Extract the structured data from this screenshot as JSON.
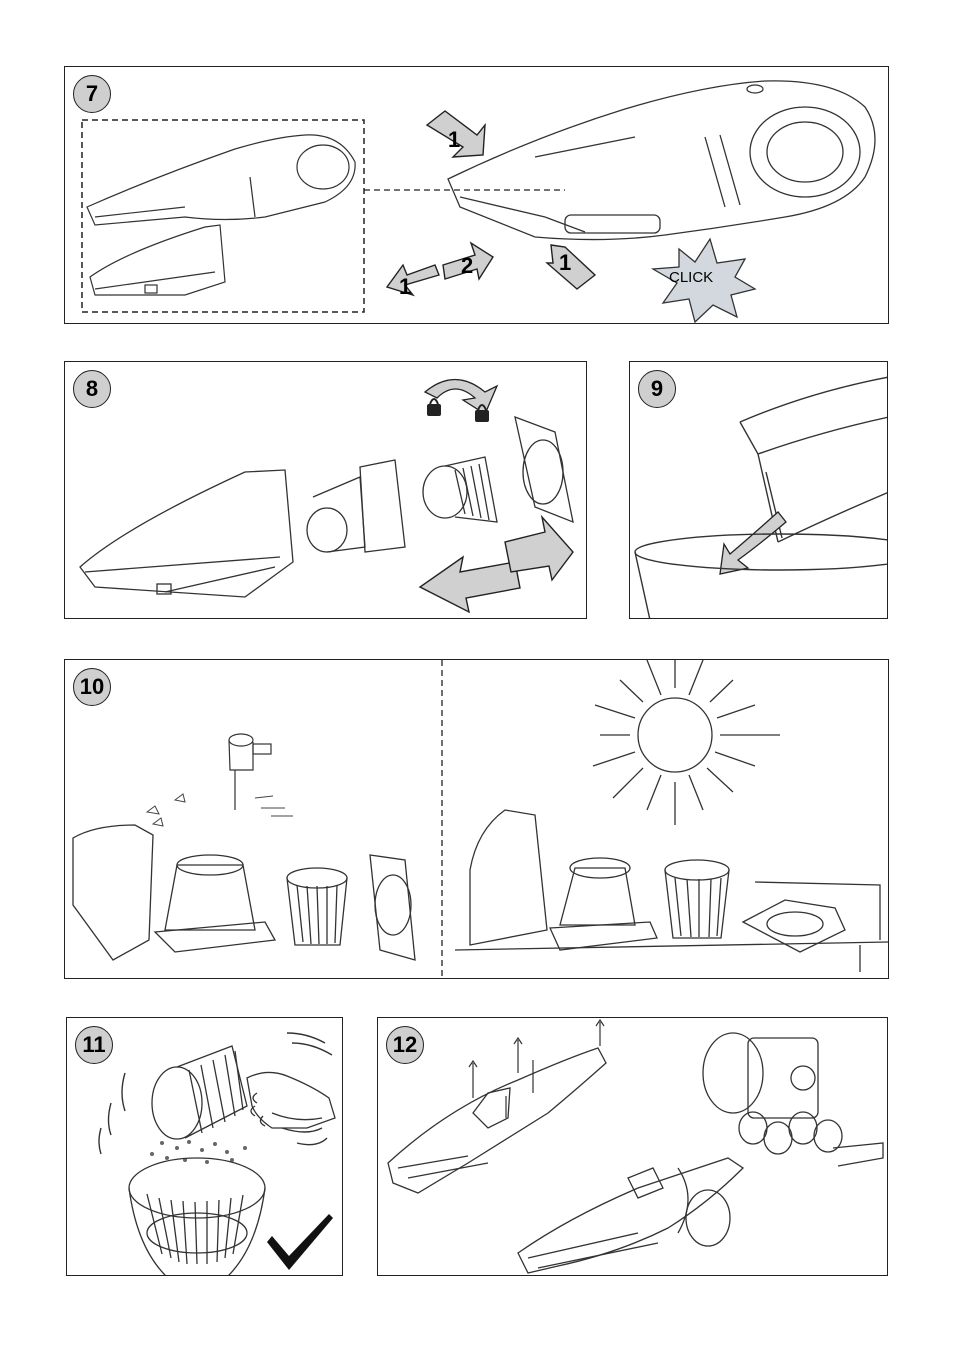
{
  "steps": {
    "s7": {
      "number": "7",
      "arrow_labels": [
        "1",
        "1",
        "2",
        "1"
      ],
      "click_label": "CLICK"
    },
    "s8": {
      "number": "8"
    },
    "s9": {
      "number": "9"
    },
    "s10": {
      "number": "10"
    },
    "s11": {
      "number": "11"
    },
    "s12": {
      "number": "12"
    }
  },
  "colors": {
    "badge_fill": "#cfcfcf",
    "arrow_fill": "#d0d0d0",
    "line": "#222222"
  }
}
